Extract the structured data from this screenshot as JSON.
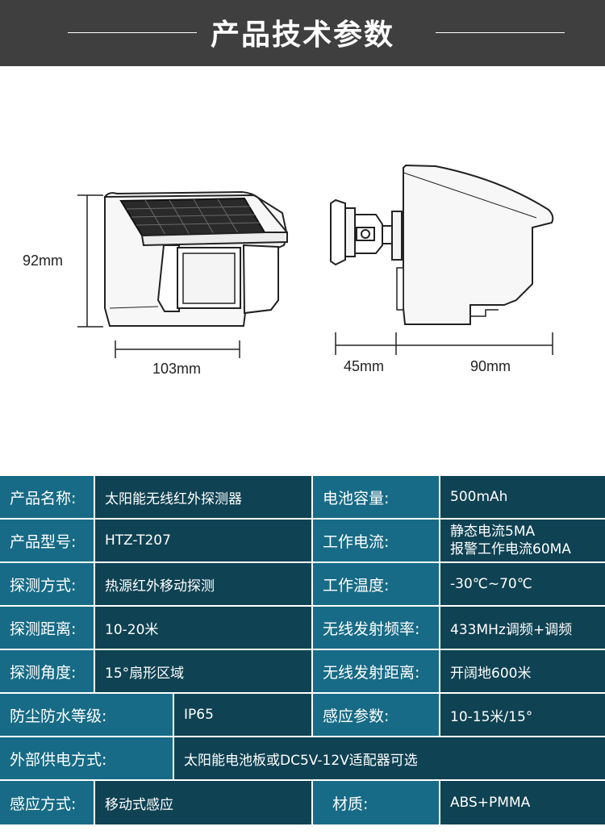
{
  "header": {
    "title": "产品技术参数"
  },
  "dimensions": {
    "height": "92mm",
    "width": "103mm",
    "bracket_depth": "45mm",
    "body_depth": "90mm"
  },
  "colors": {
    "label_bg": "#176b86",
    "value_bg": "#0f4253",
    "header_bg": "#3f3f3f"
  },
  "specs": {
    "product_name_label": "产品名称:",
    "product_name_value": "太阳能无线红外探测器",
    "battery_label": "电池容量:",
    "battery_value": "500mAh",
    "model_label": "产品型号:",
    "model_value": "HTZ-T207",
    "current_label": "工作电流:",
    "current_value_1": "静态电流5MA",
    "current_value_2": "报警工作电流60MA",
    "detect_mode_label": "探测方式:",
    "detect_mode_value": "热源红外移动探测",
    "temp_label": "工作温度:",
    "temp_value": "-30℃~70℃",
    "distance_label": "探测距离:",
    "distance_value": "10-20米",
    "freq_label": "无线发射频率:",
    "freq_value": "433MHz调频+调频",
    "angle_label": "探测角度:",
    "angle_value": "15°扇形区域",
    "tx_distance_label": "无线发射距离:",
    "tx_distance_value": "开阔地600米",
    "ip_label": "防尘防水等级:",
    "ip_value": "IP65",
    "sense_param_label": "感应参数:",
    "sense_param_value": "10-15米/15°",
    "power_label": "外部供电方式:",
    "power_value": "太阳能电池板或DC5V-12V适配器可选",
    "sense_mode_label": "感应方式:",
    "sense_mode_value": "移动式感应",
    "material_label": "材质:",
    "material_value": "ABS+PMMA"
  }
}
